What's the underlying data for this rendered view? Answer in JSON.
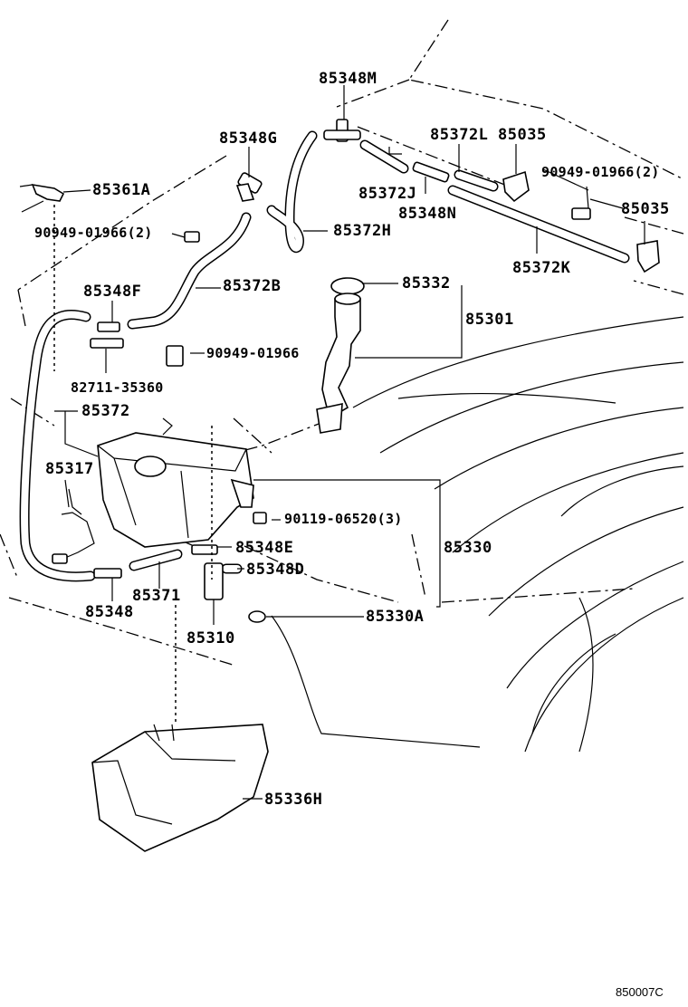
{
  "diagram": {
    "labels": {
      "p85348M": "85348M",
      "p85348G": "85348G",
      "p85372L": "85372L",
      "p85035a": "85035",
      "p90949b": "90949-01966(2)",
      "p85361A": "85361A",
      "p85372J": "85372J",
      "p85348N": "85348N",
      "p85035b": "85035",
      "p90949a": "90949-01966(2)",
      "p85372H": "85372H",
      "p85372K": "85372K",
      "p85348F": "85348F",
      "p85372B": "85372B",
      "p85332": "85332",
      "p85301": "85301",
      "p90949c": "90949-01966",
      "p82711": "82711-35360",
      "p85372": "85372",
      "p85317": "85317",
      "p90119": "90119-06520(3)",
      "p85330": "85330",
      "p85348E": "85348E",
      "p85348D": "85348D",
      "p85371": "85371",
      "p85348": "85348",
      "p85330A": "85330A",
      "p85310": "85310",
      "p85336H": "85336H"
    },
    "figure_code": "850007C"
  }
}
